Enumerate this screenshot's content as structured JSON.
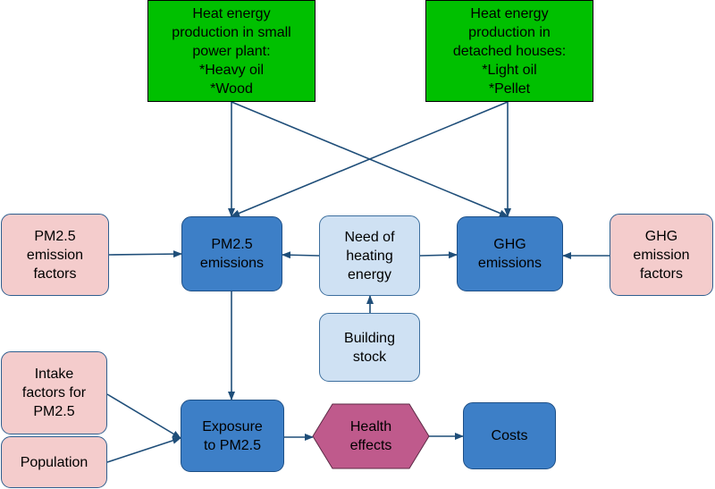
{
  "nodes": {
    "small_plant": "Heat energy\nproduction in small\npower plant:\n*Heavy oil\n*Wood",
    "detached_houses": "Heat energy\nproduction in\ndetached houses:\n*Light oil\n*Pellet",
    "pm_factors": "PM2.5\nemission\nfactors",
    "pm_emissions": "PM2.5\nemissions",
    "need_heating": "Need of\nheating\nenergy",
    "ghg_emissions": "GHG\nemissions",
    "ghg_factors": "GHG\nemission\nfactors",
    "building_stock": "Building\nstock",
    "intake_factors": "Intake\nfactors for\nPM2.5",
    "population": "Population",
    "exposure": "Exposure\nto PM2.5",
    "health_effects": "Health\neffects",
    "costs": "Costs"
  },
  "colors": {
    "decision": "#00c000",
    "variable": "#3d7fc7",
    "input": "#cfe1f3",
    "factor": "#f4cccc",
    "outcome": "#bf5a8c",
    "arrow": "#1f4e79"
  }
}
